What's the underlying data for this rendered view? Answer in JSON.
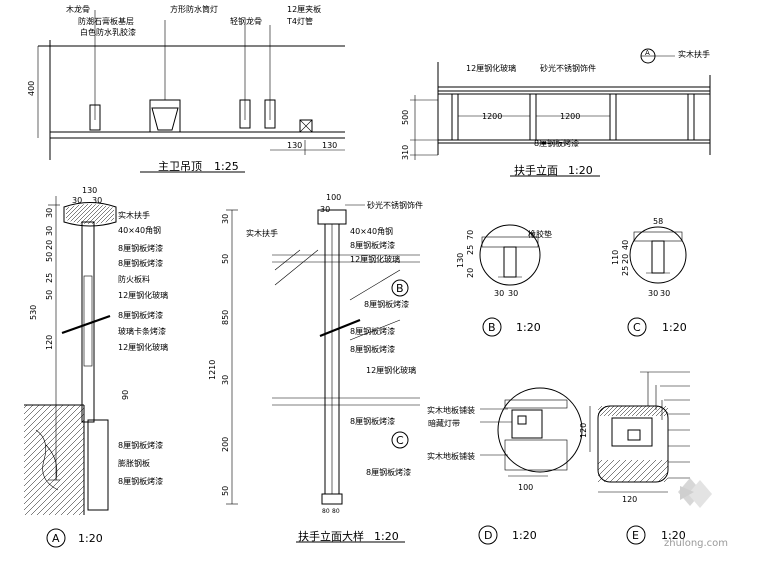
{
  "ceiling_section": {
    "title": "主卫吊顶",
    "scale": "1:25",
    "labels": [
      "木龙骨",
      "防潮石膏板基层",
      "白色防水乳胶漆",
      "方形防水筒灯",
      "轻钢龙骨",
      "12厘夹板",
      "T4灯管"
    ],
    "dims": [
      "400",
      "130",
      "130"
    ]
  },
  "handrail_elevation": {
    "title": "扶手立面",
    "scale": "1:20",
    "callout": "A",
    "labels": [
      "12厘钢化玻璃",
      "砂光不锈钢饰件",
      "实木扶手",
      "8厘钢板烤漆"
    ],
    "dims": [
      "1200",
      "1200",
      "500",
      "310"
    ]
  },
  "detail_a": {
    "tag": "A",
    "scale": "1:20",
    "top_dims": [
      "130",
      "30",
      "30"
    ],
    "side_dims": [
      "30",
      "30",
      "20",
      "50",
      "25",
      "50",
      "120",
      "530",
      "90"
    ],
    "labels": [
      "实木扶手",
      "40×40角钢",
      "8厘钢板烤漆",
      "8厘钢板烤漆",
      "防火板料",
      "12厘钢化玻璃",
      "8厘钢板烤漆",
      "玻璃卡条烤漆",
      "12厘钢化玻璃",
      "8厘钢板烤漆",
      "膨胀钢板",
      "8厘钢板烤漆"
    ]
  },
  "post_elevation": {
    "title": "扶手立面大样",
    "scale": "1:20",
    "top_dims": [
      "100",
      "30"
    ],
    "side_dims": [
      "30",
      "50",
      "850",
      "1210",
      "30",
      "200",
      "50"
    ],
    "bottom_dims": [
      "80",
      "80"
    ],
    "callouts": [
      "B",
      "C"
    ],
    "labels": [
      "砂光不锈钢饰件",
      "实木扶手",
      "40×40角钢",
      "8厘钢板烤漆",
      "12厘钢化玻璃",
      "8厘钢板烤漆",
      "8厘钢板烤漆",
      "8厘钢板烤漆",
      "12厘钢化玻璃",
      "8厘钢板烤漆",
      "8厘钢板烤漆"
    ]
  },
  "detail_b": {
    "tag": "B",
    "scale": "1:20",
    "labels": [
      "橡胶垫"
    ],
    "dims": [
      "70",
      "25",
      "130",
      "20",
      "30",
      "30"
    ]
  },
  "detail_c": {
    "tag": "C",
    "scale": "1:20",
    "dims": [
      "58",
      "40",
      "110",
      "20",
      "25",
      "30",
      "30"
    ]
  },
  "detail_d": {
    "tag": "D",
    "scale": "1:20",
    "labels": [
      "实木地板铺装",
      "暗藏灯带",
      "实木地板铺装"
    ],
    "dims": [
      "100"
    ]
  },
  "detail_e": {
    "tag": "E",
    "scale": "1:20",
    "dims": [
      "120",
      "120"
    ]
  },
  "watermark": "zhulong.com"
}
